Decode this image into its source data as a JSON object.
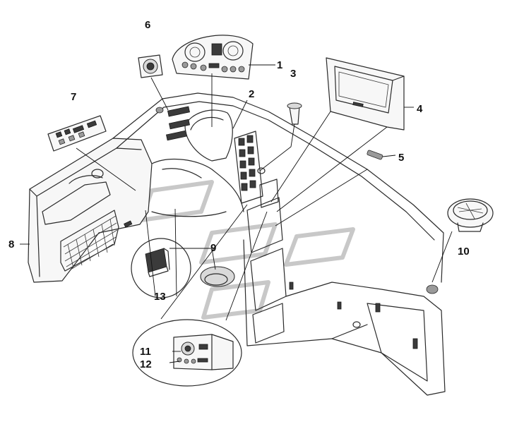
{
  "callouts": [
    {
      "id": "1",
      "label": "1"
    },
    {
      "id": "2",
      "label": "2"
    },
    {
      "id": "3",
      "label": "3"
    },
    {
      "id": "4",
      "label": "4"
    },
    {
      "id": "5",
      "label": "5"
    },
    {
      "id": "6",
      "label": "6"
    },
    {
      "id": "7",
      "label": "7"
    },
    {
      "id": "8",
      "label": "8"
    },
    {
      "id": "9",
      "label": "9"
    },
    {
      "id": "10",
      "label": "10"
    },
    {
      "id": "11",
      "label": "11"
    },
    {
      "id": "12",
      "label": "12"
    },
    {
      "id": "13",
      "label": "13"
    }
  ],
  "colors": {
    "line": "#2a2a2a",
    "background": "#ffffff",
    "watermark": "#c8c8c8"
  }
}
